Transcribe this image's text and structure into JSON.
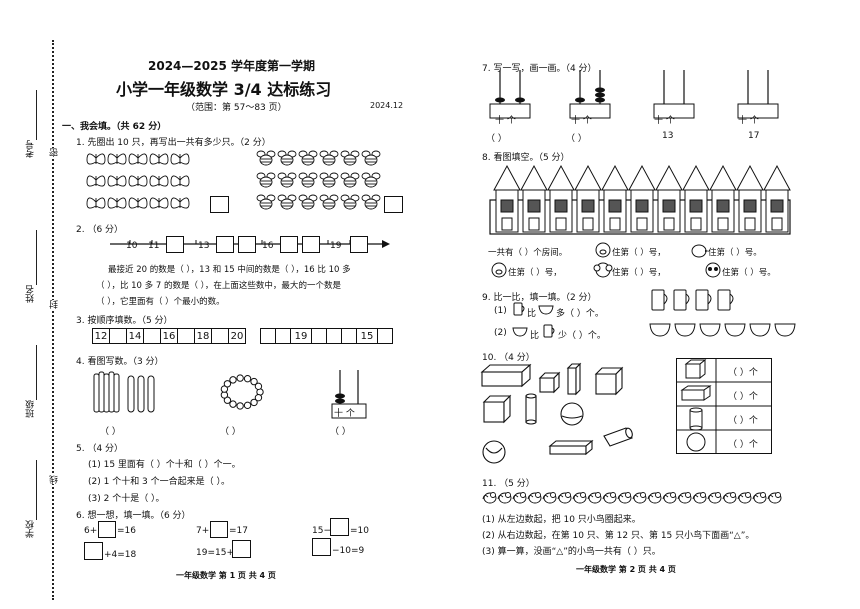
{
  "header": {
    "year_line": "2024—2025 学年度第一学期",
    "title": "小学一年级数学 3/4 达标练习",
    "range": "（范围：第 57～83 页）",
    "date": "2024.12"
  },
  "side": {
    "kaohao": "考号",
    "name": "姓名",
    "banji": "班级",
    "school": "学校",
    "mi": "密",
    "feng": "封",
    "xian": "线"
  },
  "left": {
    "section1": "一、我会填。（共 62 分）",
    "q1": "1. 先圈出 10 只，再写出一共有多少只。（2 分）",
    "q2": "2. （6 分）",
    "q2_ticks": [
      "10",
      "11",
      "13",
      "16",
      "19"
    ],
    "q2_line1": "最接近 20 的数是（        ），13 和 15 中间的数是（        ），16 比 10 多",
    "q2_line2": "（        ），比 10 多 7 的数是（        ），在上面这些数中，最大的一个数是",
    "q2_line3": "（        ），它里面有（        ）个最小的数。",
    "q3": "3. 按顺序填数。（5 分）",
    "q3_row1": [
      "12",
      "",
      "14",
      "",
      "16",
      "",
      "18",
      "",
      "20"
    ],
    "q3_row2": [
      "",
      "",
      "19",
      "",
      "",
      "",
      "15",
      ""
    ],
    "q4": "4. 看图写数。（3 分）",
    "q4_blank": "（        ）",
    "q4_abacus": "十 个",
    "q5": "5. （4 分）",
    "q5_1": "(1) 15 里面有（        ）个十和（        ）个一。",
    "q5_2": "(2) 1 个十和 3 个一合起来是（        ）。",
    "q5_3": "(3) 2 个十是（        ）。",
    "q6": "6. 想一想，填一填。（6 分）",
    "q6_a1": "6+",
    "q6_a2": "=16",
    "q6_b1": "7+",
    "q6_b2": "=17",
    "q6_c1": "15−",
    "q6_c2": "=10",
    "q6_d": "+4=18",
    "q6_e": "19=15+",
    "q6_f": "−10=9",
    "footer": "一年级数学   第 1 页   共 4 页"
  },
  "right": {
    "q7": "7. 写一写，画一画。（4 分）",
    "q7_abacus": "十 个",
    "q7_blank": "（        ）",
    "q7_n1": "13",
    "q7_n2": "17",
    "q8": "8. 看图填空。（5 分）",
    "q8_line1": "一共有（        ）个房间。",
    "q8_zhu": "住第（        ）号，",
    "q8_zhu_end": "住第（        ）号。",
    "q8_zhu2": "住第（        ）号，",
    "q8_zhu2_end": "住第（        ）号。",
    "q9": "9. 比一比，填一填。（2 分）",
    "q9_1": "(1)",
    "q9_1b": "比",
    "q9_1c": "多（        ）个。",
    "q9_2": "(2)",
    "q9_2b": "比",
    "q9_2c": "少（        ）个。",
    "q10": "10. （4 分）",
    "q10_ge": "（     ）个",
    "q11": "11. （5 分）",
    "q11_1": "(1) 从左边数起，把 10 只小鸟圈起来。",
    "q11_2": "(2) 从右边数起，在第 10 只、第 12 只、第 15 只小鸟下面画“△”。",
    "q11_3": "(3) 算一算，没画“△”的小鸟一共有（        ）只。",
    "footer": "一年级数学   第 2 页   共 4 页"
  },
  "icons": {
    "butterfly": "butterfly-icon",
    "bee": "bee-icon",
    "stick": "stick-bundle-icon",
    "bead": "bead-icon",
    "abacus": "abacus-icon",
    "house": "house-row-icon",
    "cup": "cup-icon",
    "bowl": "bowl-icon",
    "cube": "cube-icon",
    "cylinder": "cylinder-icon",
    "sphere": "sphere-icon",
    "bird": "bird-icon"
  }
}
